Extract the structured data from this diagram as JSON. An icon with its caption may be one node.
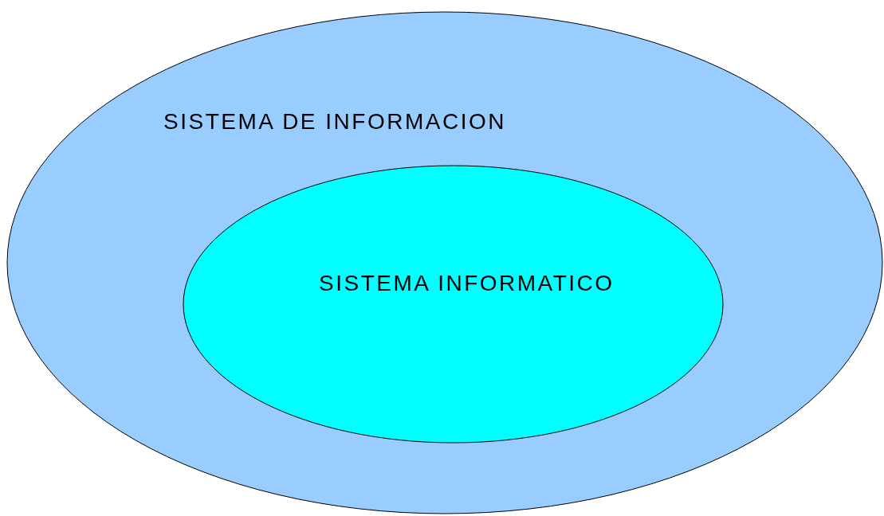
{
  "diagram": {
    "nodes": [
      {
        "text": [
          "SISTEMA DE INFORMACION"
        ]
      },
      {
        "text": [
          "SISTEMA INFORMATICO"
        ],
        "in": 0
      }
    ]
  }
}
